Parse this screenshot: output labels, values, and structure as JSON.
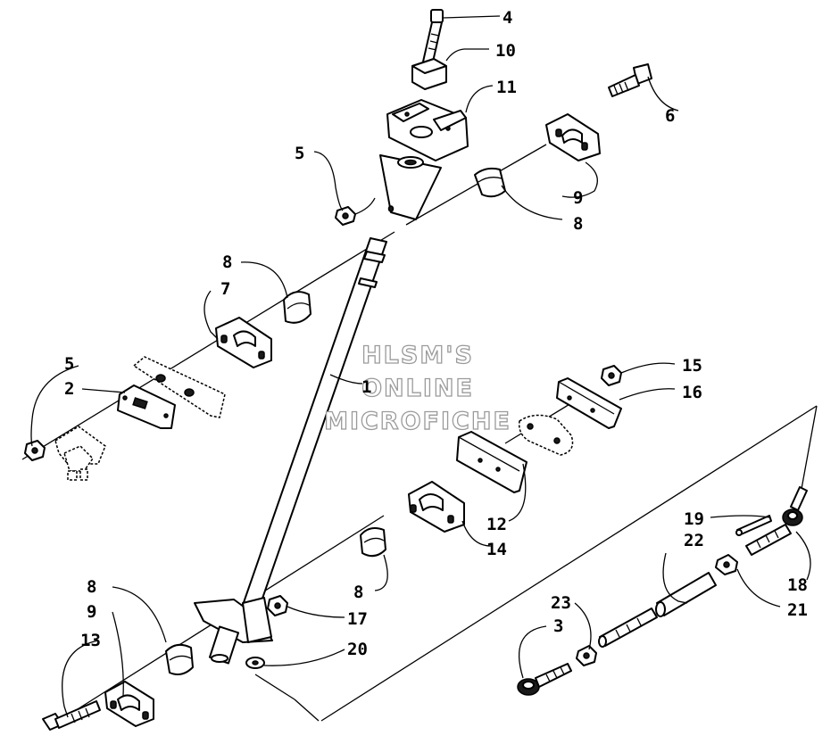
{
  "watermark": {
    "line1": "HLSM'S",
    "line2": "ONLINE",
    "line3": "MICROFICHE"
  },
  "callouts": [
    {
      "id": "c4",
      "label": "4"
    },
    {
      "id": "c10",
      "label": "10"
    },
    {
      "id": "c11",
      "label": "11"
    },
    {
      "id": "c6",
      "label": "6"
    },
    {
      "id": "c5a",
      "label": "5"
    },
    {
      "id": "c9a",
      "label": "9"
    },
    {
      "id": "c8a",
      "label": "8"
    },
    {
      "id": "c8b",
      "label": "8"
    },
    {
      "id": "c7",
      "label": "7"
    },
    {
      "id": "c5b",
      "label": "5"
    },
    {
      "id": "c2",
      "label": "2"
    },
    {
      "id": "c1",
      "label": "1"
    },
    {
      "id": "c15",
      "label": "15"
    },
    {
      "id": "c16",
      "label": "16"
    },
    {
      "id": "c12",
      "label": "12"
    },
    {
      "id": "c14",
      "label": "14"
    },
    {
      "id": "c19",
      "label": "19"
    },
    {
      "id": "c22",
      "label": "22"
    },
    {
      "id": "c18",
      "label": "18"
    },
    {
      "id": "c21",
      "label": "21"
    },
    {
      "id": "c8c",
      "label": "8"
    },
    {
      "id": "c8d",
      "label": "8"
    },
    {
      "id": "c9b",
      "label": "9"
    },
    {
      "id": "c13",
      "label": "13"
    },
    {
      "id": "c17",
      "label": "17"
    },
    {
      "id": "c20",
      "label": "20"
    },
    {
      "id": "c23",
      "label": "23"
    },
    {
      "id": "c3",
      "label": "3"
    }
  ]
}
